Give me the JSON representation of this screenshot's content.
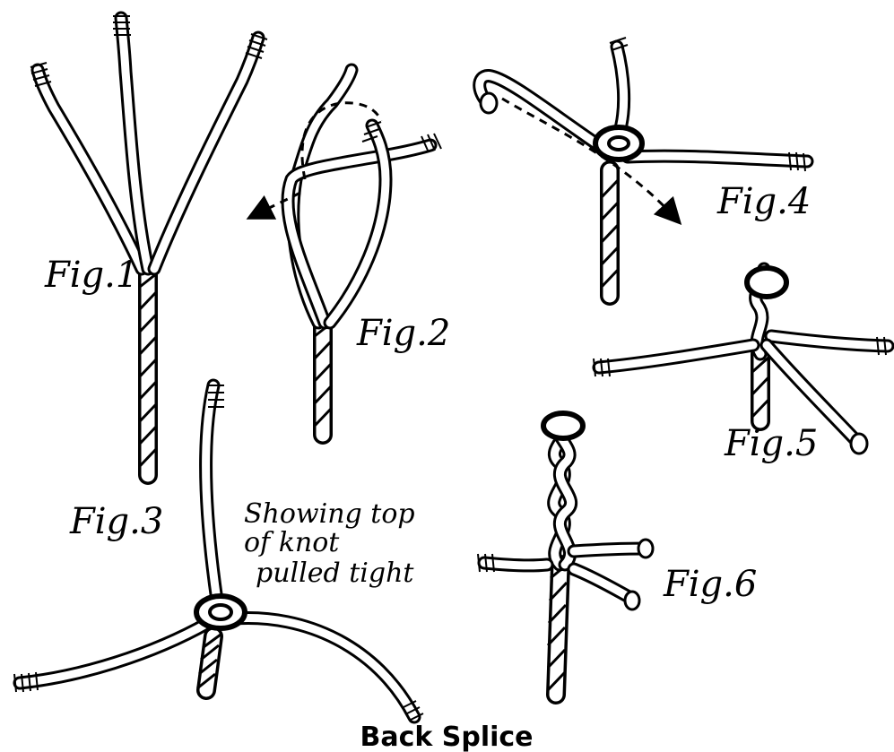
{
  "title": "Back Splice",
  "figures": {
    "fig1": "Fig.1",
    "fig2": "Fig.2",
    "fig3": "Fig.3",
    "fig4": "Fig.4",
    "fig5": "Fig.5",
    "fig6": "Fig.6"
  },
  "annotation": {
    "line1": "Showing top",
    "line2": "of knot",
    "line3": "pulled tight"
  }
}
